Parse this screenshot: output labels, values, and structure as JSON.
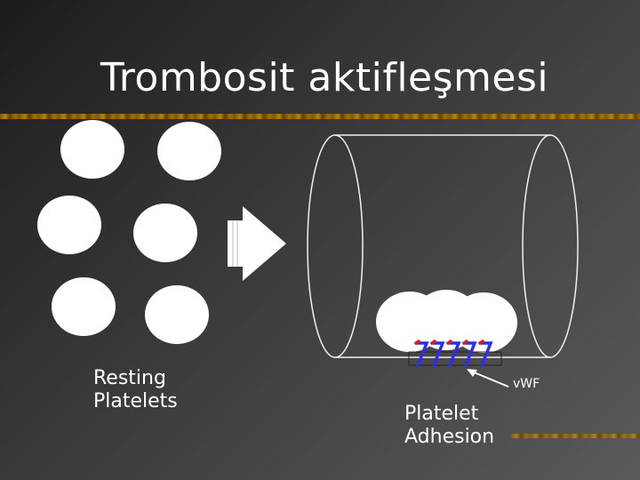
{
  "title": "Trombosit aktifleşmesi",
  "labels": {
    "resting": [
      "Resting",
      "Platelets"
    ],
    "adhesion": [
      "Platelet",
      "Adhesion"
    ],
    "vwf": "vWF"
  },
  "colors": {
    "platelet": "#ffffff",
    "vessel_stroke": "#f0f0f0",
    "vwf_strand": "#2f2fe6",
    "vwf_accent": "#d42020",
    "divider": "#c58a18"
  },
  "icons": [
    "right-arrow-icon",
    "vwf-strand-icon"
  ]
}
